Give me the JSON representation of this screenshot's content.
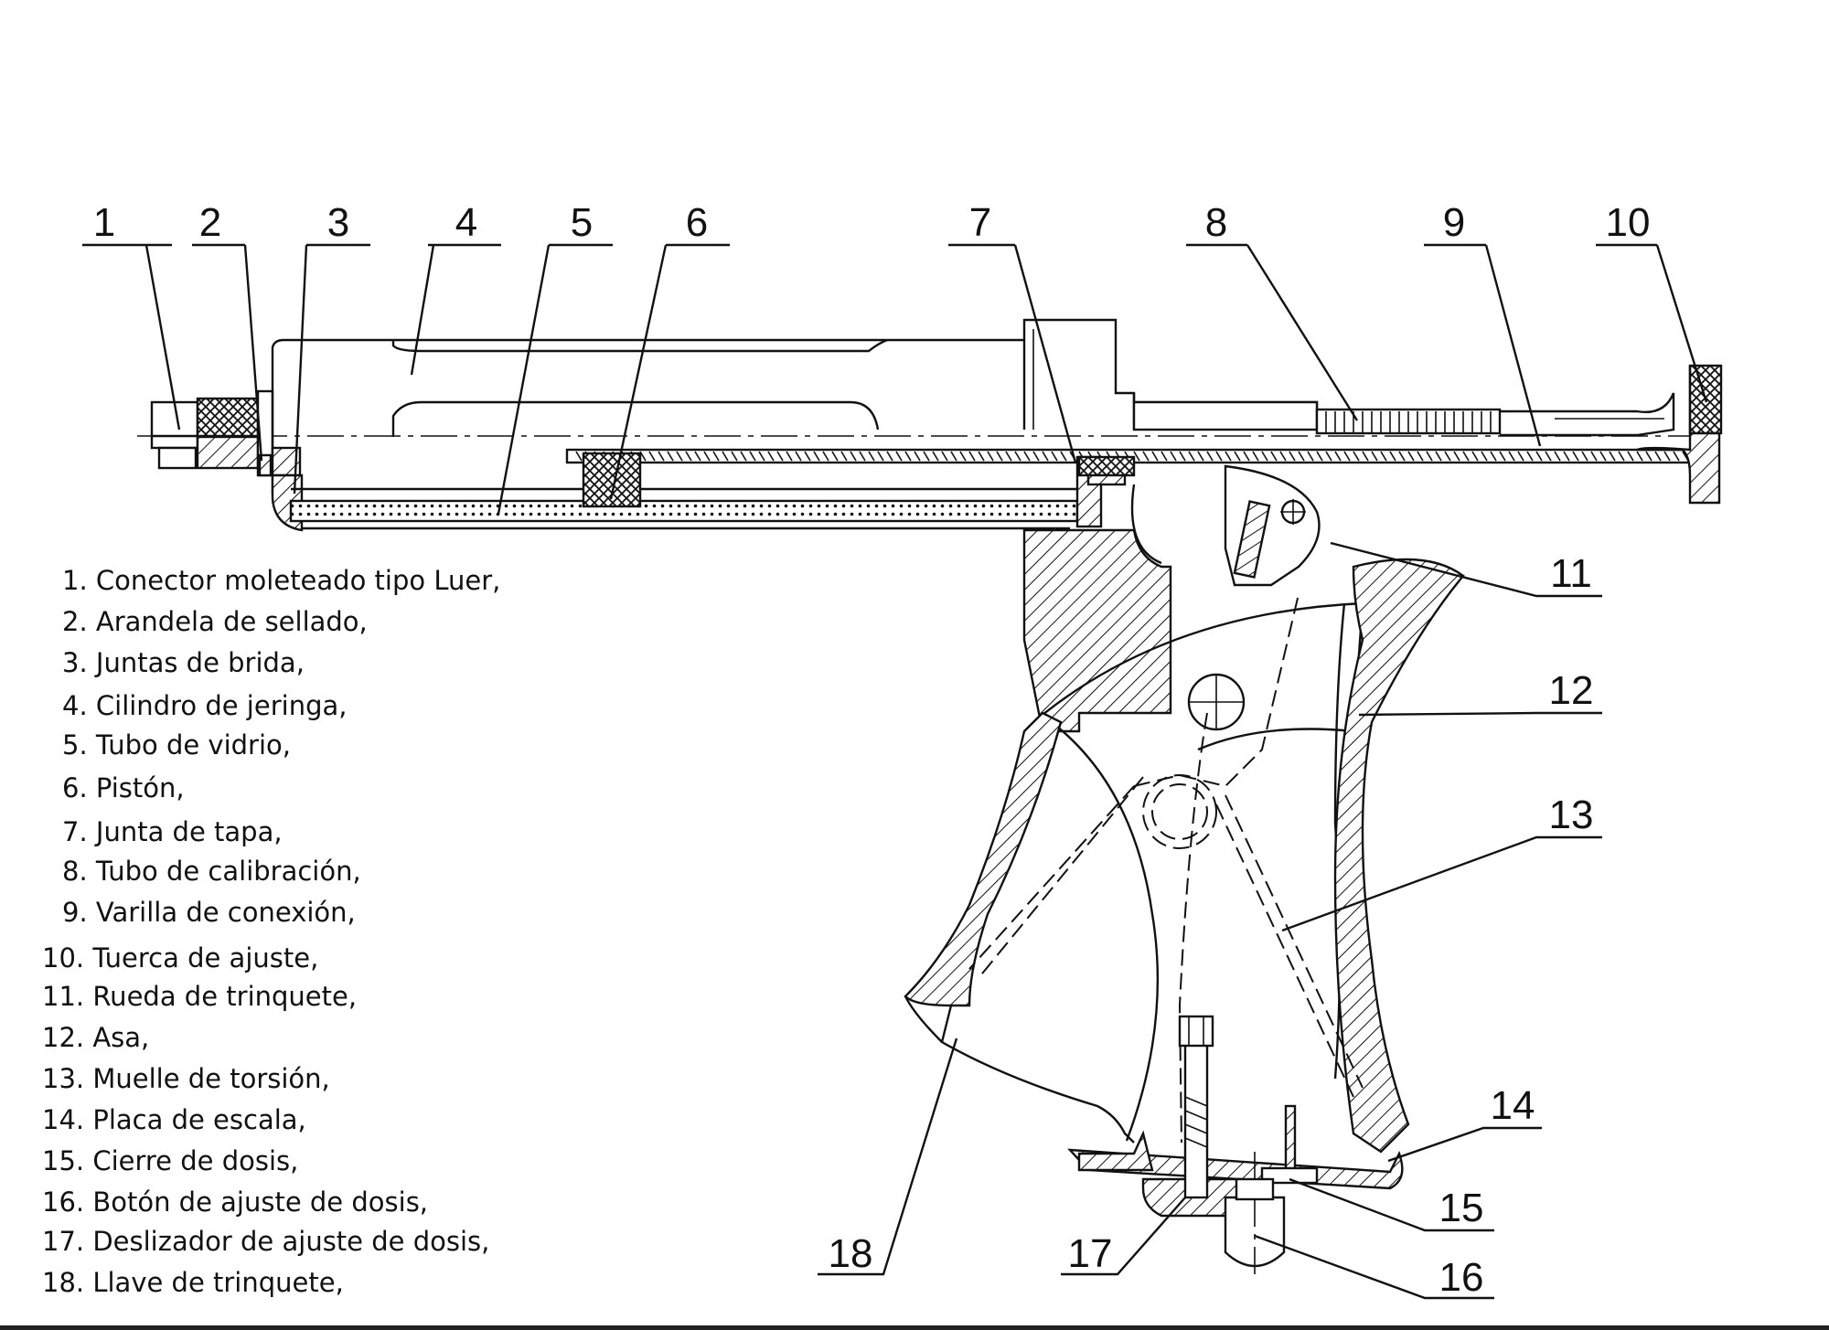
{
  "callouts": [
    "1",
    "2",
    "3",
    "4",
    "5",
    "6",
    "7",
    "8",
    "9",
    "10",
    "11",
    "12",
    "13",
    "14",
    "15",
    "16",
    "17",
    "18"
  ],
  "legend": [
    "1. Conector moleteado tipo Luer,",
    "2. Arandela de sellado,",
    "3. Juntas de brida,",
    "4. Cilindro de jeringa,",
    "5. Tubo de vidrio,",
    "6. Pistón,",
    "7. Junta de tapa,",
    "8. Tubo de calibración,",
    "9. Varilla de conexión,",
    "10. Tuerca de ajuste,",
    "11. Rueda de trinquete,",
    "12. Asa,",
    "13. Muelle de torsión,",
    "14. Placa de escala,",
    "15. Cierre de dosis,",
    "16. Botón de ajuste de dosis,",
    "17. Deslizador de ajuste de dosis,",
    "18. Llave de trinquete,"
  ]
}
